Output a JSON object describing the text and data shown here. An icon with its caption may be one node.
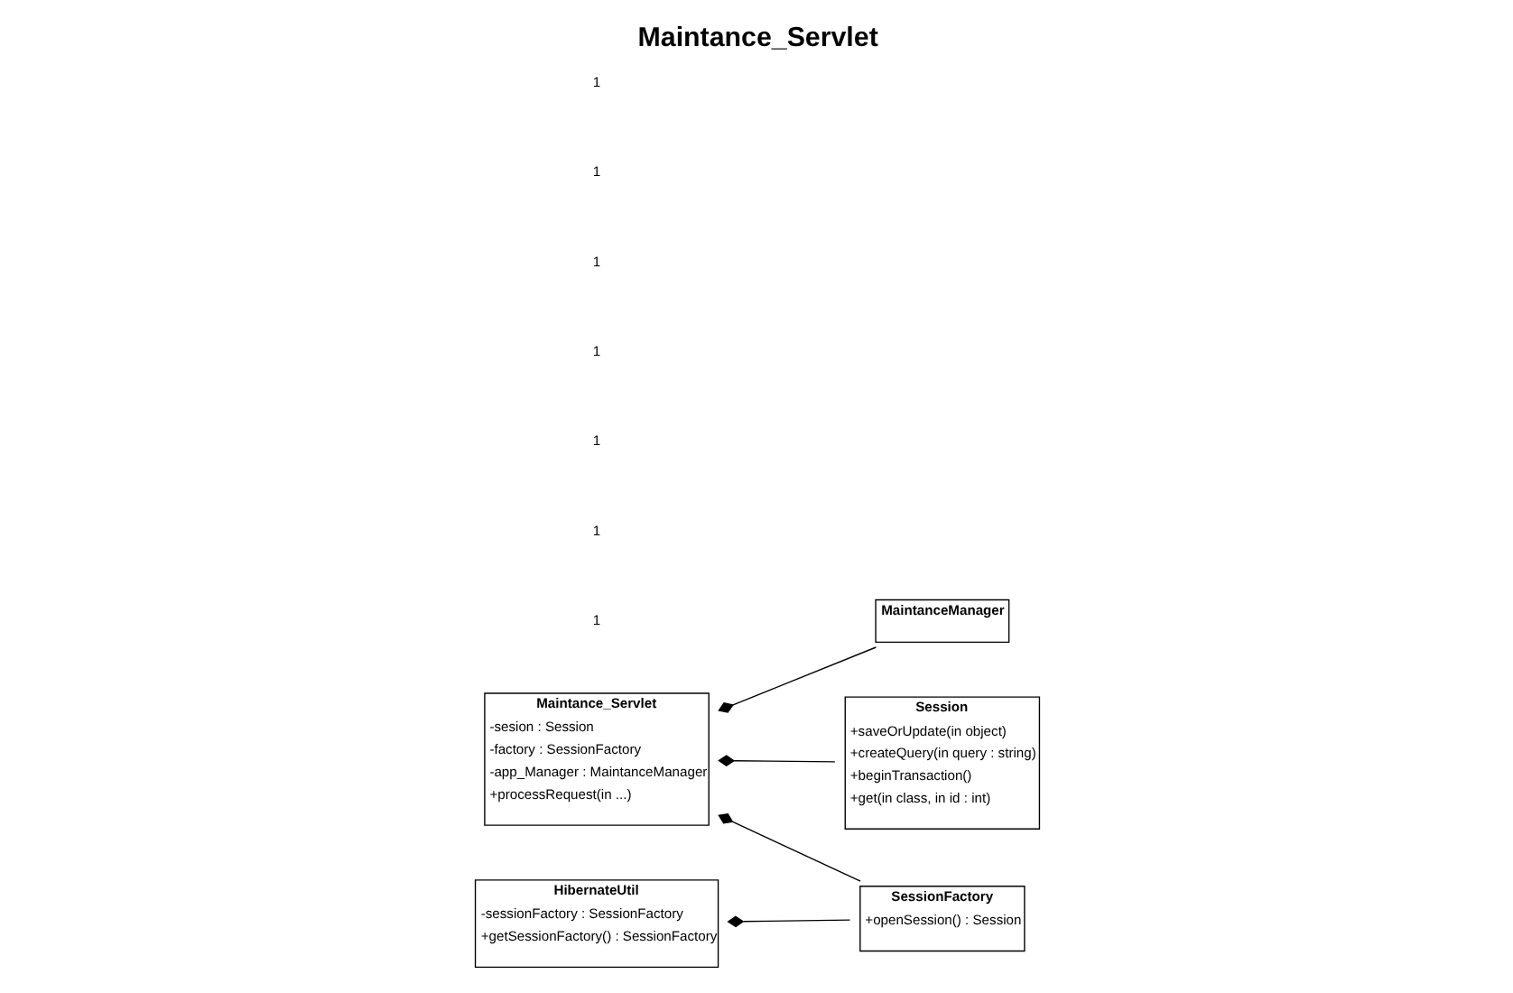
{
  "diagram": {
    "title": "Maintance_Servlet",
    "nodes": [
      {
        "text": [
          "Maintance_Servlet",
          "-sesion : Session",
          "-factory : SessionFactory",
          "-app_Manager : MaintanceManager",
          "+processRequest(in ...)"
        ]
      },
      {
        "text": [
          "MaintanceManager"
        ]
      },
      {
        "text": [
          "Session",
          "+saveOrUpdate(in object)",
          "+createQuery(in query : string)",
          "+beginTransaction()",
          "+get(in class, in id : int)"
        ]
      },
      {
        "text": [
          "HibernateUtil",
          "-sessionFactory : SessionFactory",
          "+getSessionFactory() : SessionFactory"
        ]
      },
      {
        "text": [
          "SessionFactory",
          "+openSession() : Session"
        ]
      }
    ],
    "edges": [
      {
        "from": 0,
        "to": 1,
        "arrow": "other"
      },
      {
        "from": 0,
        "to": 2,
        "arrow": "other"
      },
      {
        "from": 0,
        "to": 4,
        "arrow": "other"
      },
      {
        "from": 3,
        "to": 4,
        "arrow": "other"
      }
    ],
    "labels": [
      "1",
      "1",
      "1",
      "1",
      "1",
      "1",
      "1"
    ]
  }
}
